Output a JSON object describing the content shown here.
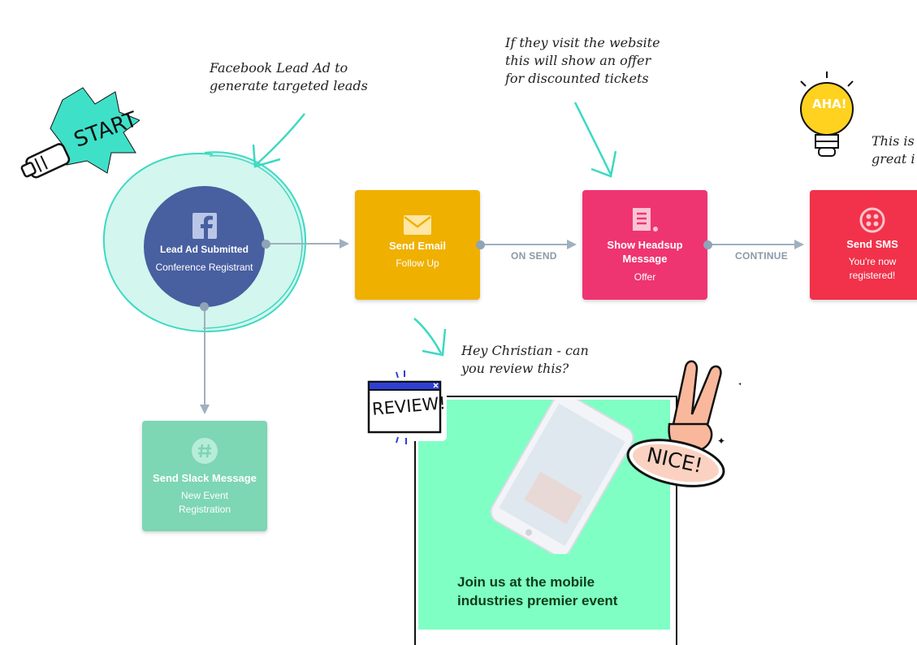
{
  "notes": {
    "facebook": "Facebook Lead Ad to\ngenerate targeted leads",
    "website": "If they visit the website\nthis will show an offer\nfor discounted tickets",
    "great": "This is\ngreat i",
    "review": "Hey Christian - can\nyou review this?"
  },
  "nodes": {
    "lead_ad": {
      "title": "Lead Ad Submitted",
      "subtitle": "Conference Registrant",
      "icon": "facebook-icon",
      "color": "#485fa0"
    },
    "send_email": {
      "title": "Send Email",
      "subtitle": "Follow Up",
      "icon": "envelope-icon",
      "color": "#f0b000"
    },
    "headsup": {
      "title": "Show Headsup\nMessage",
      "subtitle": "Offer",
      "icon": "document-icon",
      "color": "#ef3472"
    },
    "send_sms": {
      "title": "Send SMS",
      "subtitle": "You're now\nregistered!",
      "icon": "twilio-icon",
      "color": "#f1324a"
    },
    "slack": {
      "title": "Send Slack Message",
      "subtitle": "New Event\nRegistration",
      "icon": "slack-icon",
      "color": "#7dd6b4"
    }
  },
  "edges": {
    "on_send": "ON SEND",
    "continue": "CONTINUE"
  },
  "stickers": {
    "start": "START",
    "aha": "AHA!",
    "review": "REVIEW!",
    "nice": "NICE!"
  },
  "preview": {
    "headline": "Join us at the mobile\nindustries premier event",
    "background": "#7fffc4"
  }
}
